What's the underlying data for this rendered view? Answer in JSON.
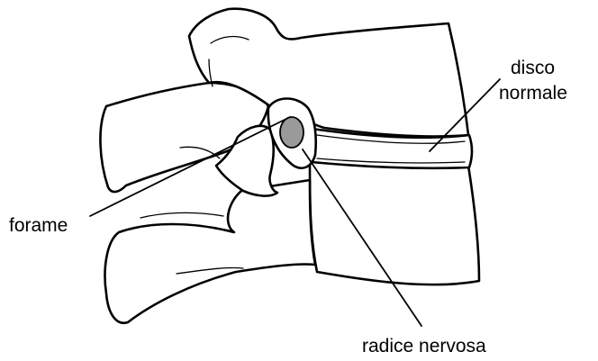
{
  "labels": {
    "disc_line1": "disco",
    "disc_line2": "normale",
    "foramen": "forame",
    "nerve_root": "radice nervosa"
  },
  "colors": {
    "outline": "#000000",
    "background": "#ffffff",
    "nerve_fill": "#9a9a9a"
  }
}
